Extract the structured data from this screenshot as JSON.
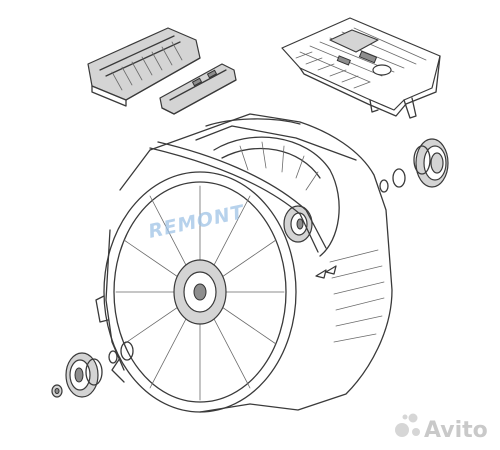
{
  "diagram": {
    "kind": "exploded-view line drawing",
    "colors": {
      "line": "#3a3a3a",
      "shade": "#d4d4d4",
      "watermark": "#9fc3e6",
      "brand_mark": "#c9c9c9"
    }
  },
  "watermark": {
    "text": "REMONT"
  },
  "brand": {
    "text": "Avito",
    "icon": "avito-dots-logo-icon"
  }
}
